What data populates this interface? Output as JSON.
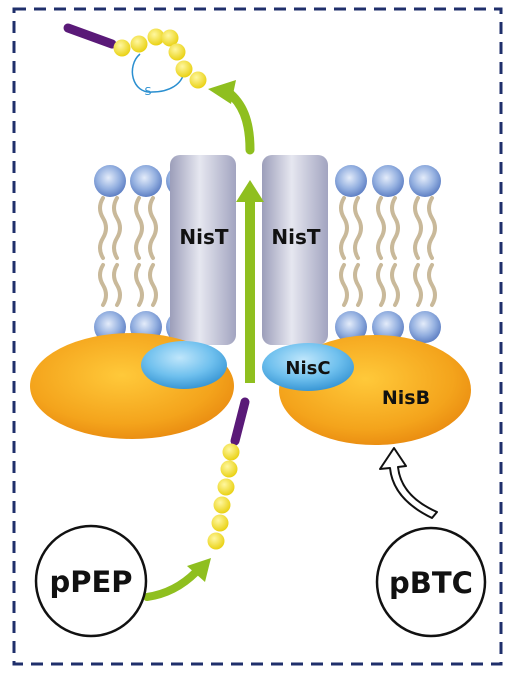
{
  "labels": {
    "nist_left": "NisT",
    "nist_right": "NisT",
    "nisc": "NisC",
    "nisb": "NisB",
    "ppep": "pPEP",
    "pbtc": "pBTC",
    "sulfur": "S"
  },
  "colors": {
    "frame": "#1f2f6b",
    "arrow_green": "#8fbf1f",
    "leader_purple": "#5a1a78",
    "bead_yellow": "#f2e01c",
    "nisb_orange": "#f2a21a",
    "nisc_blue": "#4aa8e0",
    "nist_gray": "#aeb0c8",
    "lipid_head_blue": "#7f9fd8",
    "lipid_tail_tan": "#c9b99a",
    "thioether_blue": "#2a8fd0"
  }
}
